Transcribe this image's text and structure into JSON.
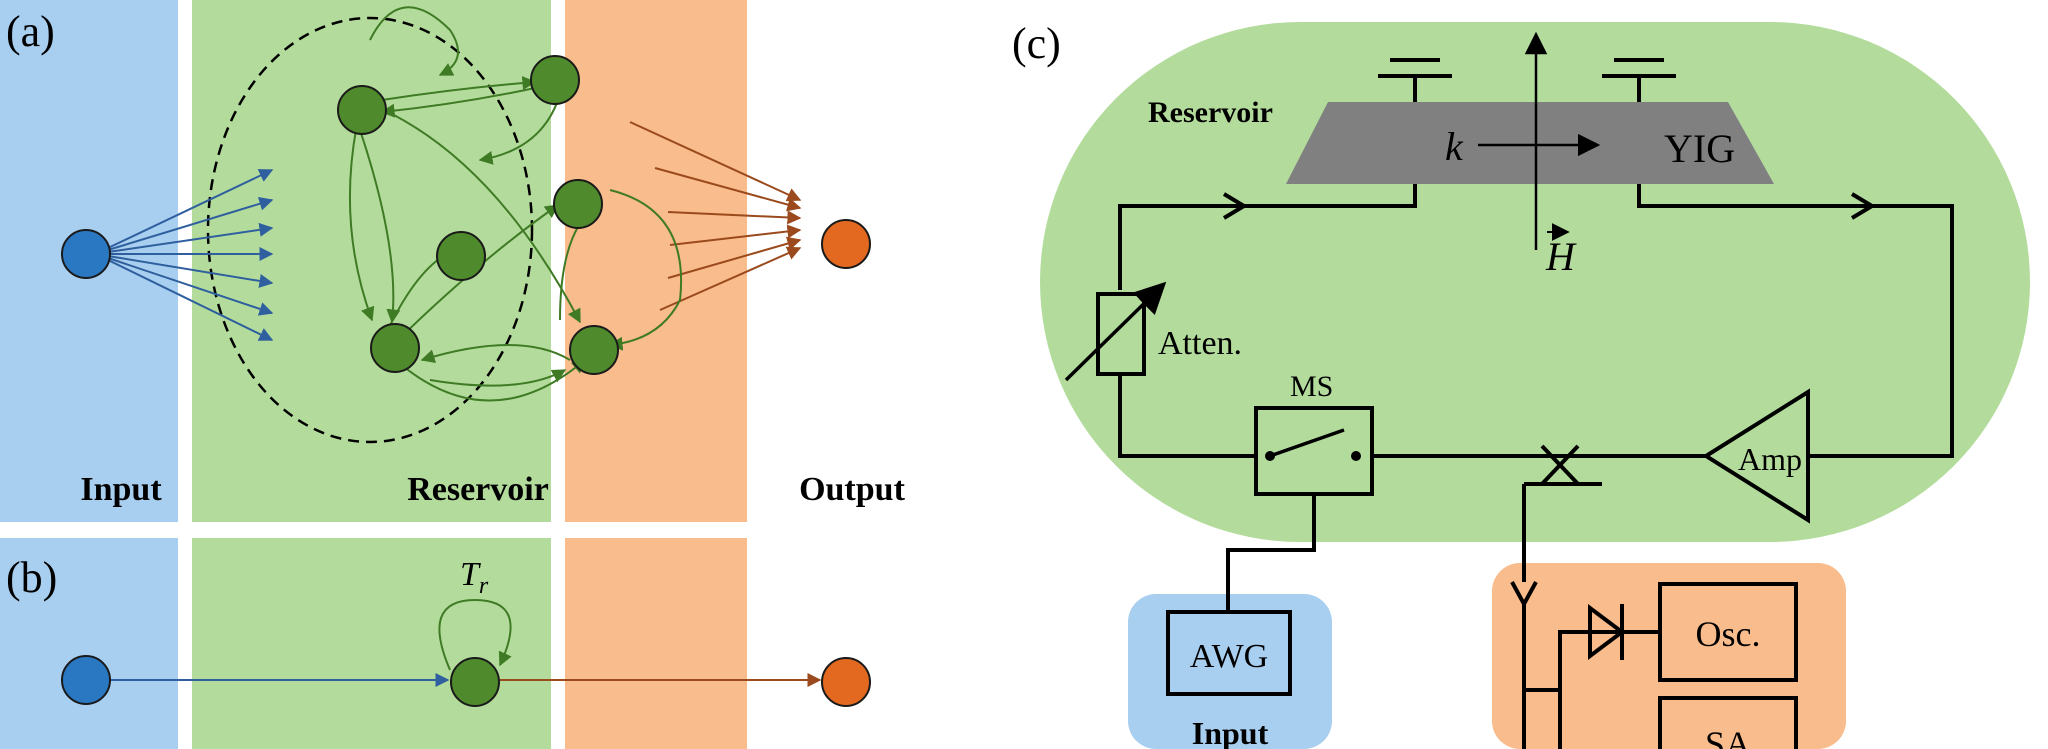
{
  "panel_a": {
    "tag": "(a)",
    "input_label": "Input",
    "reservoir_label": "Reservoir",
    "output_label": "Output"
  },
  "panel_b": {
    "tag": "(b)",
    "delay_label": "T",
    "delay_subscript": "r"
  },
  "panel_c": {
    "tag": "(c)",
    "reservoir_label": "Reservoir",
    "wave_vector_label": "k",
    "yig_label": "YIG",
    "field_label": "H",
    "attenuator_label": "Atten.",
    "switch_label": "MS",
    "amplifier_label": "Amp",
    "awg_label": "AWG",
    "input_label": "Input",
    "oscilloscope_label": "Osc.",
    "spectrum_analyzer_label": "SA"
  },
  "colors": {
    "input_bg": "#a9cff0",
    "reservoir_bg": "#b3dc9c",
    "output_bg": "#f9bc8c",
    "input_node": "#2b78c2",
    "reservoir_node": "#4f8a2c",
    "output_node": "#e2691f",
    "input_arrow": "#2f5f9e",
    "reservoir_arrow": "#3f7a24",
    "output_arrow": "#9a4a1c",
    "yig_gray": "#808080"
  }
}
